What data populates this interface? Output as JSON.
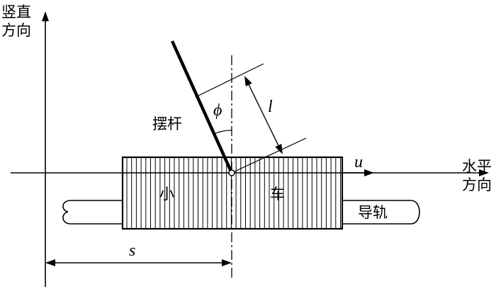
{
  "labels": {
    "vertical_line1": "竖直",
    "vertical_line2": "方向",
    "horizontal_line1": "水平",
    "horizontal_line2": "方向",
    "pendulum": "摆杆",
    "angle": "ϕ",
    "length": "l",
    "velocity": "u",
    "displacement": "s",
    "cart_char1": "小",
    "cart_char2": "车",
    "rail": "导轨"
  }
}
